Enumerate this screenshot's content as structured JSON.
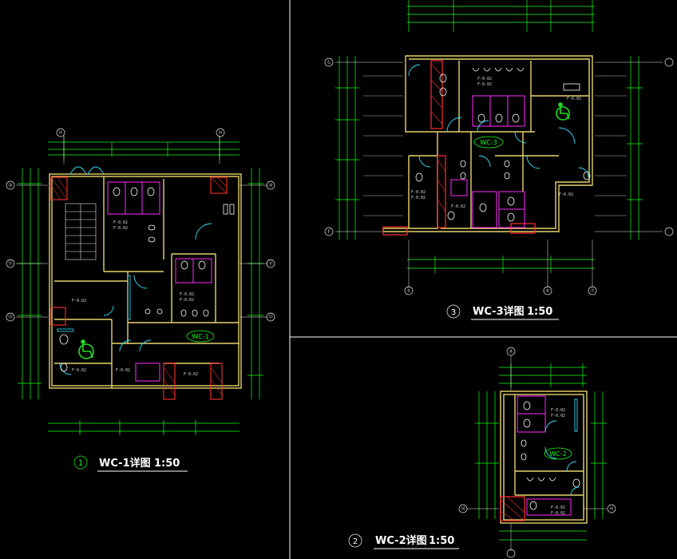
{
  "colors": {
    "background": "#000000",
    "wall": "#e8d36a",
    "dimension": "#14ff14",
    "fixture": "#ff2bff",
    "door": "#2fe0ff",
    "accessible_symbol": "#20e020",
    "column_hatch": "#ff3030",
    "grid_line": "#e8e8e8",
    "text": "#ffffff"
  },
  "plans": [
    {
      "id": "1",
      "title": "WC-1详图",
      "scale": "1:50",
      "tag": "WC-1",
      "grid_top": [
        "H",
        "H"
      ],
      "grid_left": [
        "⑩",
        "⑪",
        "⑫"
      ],
      "grid_right": [
        "⑩",
        "⑪",
        "⑫"
      ]
    },
    {
      "id": "3",
      "title": "WC-3详图",
      "scale": "1:50",
      "tag": "WC-3",
      "grid_left": [
        "G",
        "F"
      ],
      "grid_bottom": [
        "⑤",
        "⑥",
        "⑦"
      ]
    },
    {
      "id": "2",
      "title": "WC-2详图",
      "scale": "1:50",
      "tag": "WC-2",
      "grid_top": [
        "⑧"
      ],
      "grid_right": [
        "H",
        "H"
      ]
    }
  ],
  "icons": [
    "wheelchair-icon",
    "toilet-icon",
    "urinal-icon",
    "sink-icon",
    "grid-bubble-icon"
  ]
}
